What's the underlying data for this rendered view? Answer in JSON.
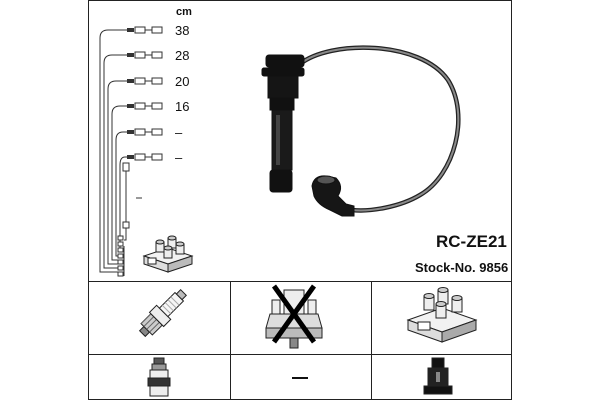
{
  "lengths": {
    "unit": "cm",
    "rows": [
      "38",
      "28",
      "20",
      "16",
      "–",
      "–"
    ]
  },
  "product": {
    "part_number": "RC-ZE21",
    "stock_number": "Stock-No. 9856"
  },
  "bottom_table": {
    "distributor_cap_crossed": true,
    "rotor_value": "–"
  },
  "icons": [
    "spark-plug-icon",
    "distributor-cap-crossed-icon",
    "ignition-coil-icon",
    "plug-connector-icon",
    "dash-icon",
    "coil-connector-icon"
  ]
}
